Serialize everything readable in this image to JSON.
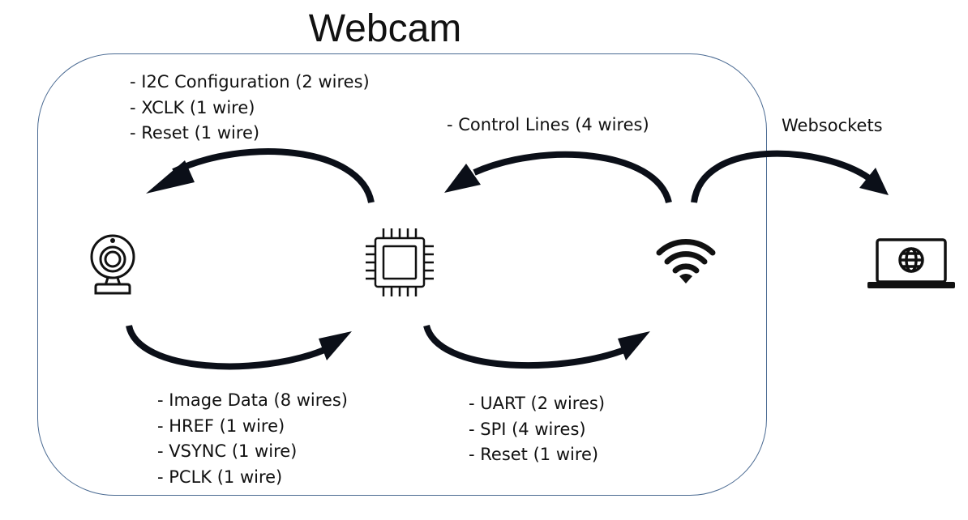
{
  "title": "Webcam",
  "labels": {
    "i2c_group": [
      "- I2C Configuration (2 wires)",
      "- XCLK (1 wire)",
      "- Reset (1 wire)"
    ],
    "control_lines": "- Control Lines (4 wires)",
    "websockets": "Websockets",
    "image_group": [
      "- Image Data (8 wires)",
      "- HREF (1 wire)",
      "- VSYNC (1 wire)",
      "- PCLK (1 wire)"
    ],
    "uart_group": [
      "- UART (2 wires)",
      "- SPI (4 wires)",
      "- Reset (1 wire)"
    ]
  },
  "icons": [
    "webcam-icon",
    "chip-icon",
    "wifi-icon",
    "laptop-globe-icon"
  ]
}
